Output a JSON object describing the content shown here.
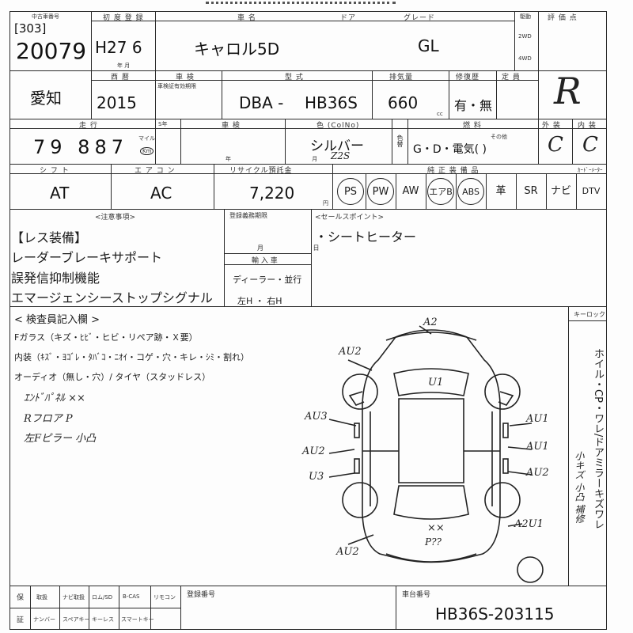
{
  "sheet": {
    "lot_header": "中古車番号",
    "lot_box": "[303]",
    "lot_number": "20079",
    "first_reg_header": "初 度 登 録",
    "first_reg_value": "H27 6",
    "first_reg_unit": "年 月",
    "model_name_header": "車 名",
    "door_header": "ドア",
    "grade_header": "グレード",
    "model_name": "キャロル5D",
    "grade": "GL",
    "drive_2wd": "2WD",
    "drive_4wd": "4WD",
    "drive_header": "駆動",
    "eval_header": "評 価 点",
    "eval_score": "R",
    "prefecture": "愛知",
    "year_header": "西 暦",
    "year_value": "2015",
    "inspection_header": "車 検",
    "inspection_sub": "車検証有効期限",
    "type_header": "型 式",
    "type_prefix": "DBA -",
    "type_value": "HB36S",
    "displacement_header": "排気量",
    "displacement": "660",
    "displacement_unit": "cc",
    "manual_header": "修復歴",
    "manual_value": "有・無",
    "fixed_header": "定 員",
    "mileage_header": "走 行",
    "mileage_value": "79 887",
    "mileage_unit": "マイル",
    "mileage_unit2": "Km",
    "s_header": "S年",
    "inspect2_header": "車 検",
    "inspect2_unit": "年 月",
    "color_header": "色 (ColNo)",
    "color_value": "シルバー",
    "color_code": "Z2S",
    "color_side": "色替",
    "fuel_header": "燃 料",
    "fuel_value": "G・D・電気(   )",
    "fuel_other": "その他",
    "exterior_header": "外 装",
    "interior_header": "内 装",
    "exterior_grade": "C",
    "interior_grade": "C",
    "shift_header": "シ フ ト",
    "shift_value": "AT",
    "ac_header": "エ ア コ ン",
    "ac_value": "AC",
    "recycle_header": "リサイクル預託金",
    "recycle_value": "7,220",
    "recycle_unit": "円",
    "equip_header": "純 正 装 備 品",
    "equip_extra": "ｶｰﾄﾞｰﾒｰﾀｰ",
    "equipment": [
      "PS",
      "PW",
      "AW",
      "エアB",
      "ABS",
      "革",
      "SR",
      "ナビ",
      "DTV"
    ],
    "equipment_circled": [
      true,
      true,
      false,
      true,
      true,
      false,
      false,
      false,
      false
    ],
    "notes_header": "<注意事項>",
    "notes": [
      "【レス装備】",
      "レーダーブレーキサポート",
      "誤発信抑制機能",
      "エマージェンシーストップシグナル"
    ],
    "reg_header": "登録義務期限",
    "reg_unit": "月 日",
    "import_header": "輸 入 車",
    "import_value": "ディーラー・並行",
    "steering_value": "左H ・ 右H",
    "sales_header": "<セールスポイント>",
    "sales_point": "・シートヒーター",
    "inspector_header": "< 検査員記入欄 >",
    "glass_line": "Fガラス（キズ・ﾋﾋﾞ・ヒビ・リペア跡・Ｘ要）",
    "interior_line": "内装（ｷｽﾞ・ﾖｺﾞﾚ・ﾀﾊﾞｺ・ﾆｵｲ・コゲ・穴・キレ・ｼﾐ・割れ）",
    "audio_line": "オーディオ（無し・穴）/ タイヤ（スタッドレス）",
    "handwritten_notes": [
      "ｴﾝﾄﾞﾊﾟﾈﾙ ××",
      "Rフロア P",
      "左Fピラー 小凸"
    ],
    "key_header": "キーロック",
    "vertical_note": "ホイル・CP・ワレ/ドアミラーキズワレ",
    "vertical_hand": "小キズ 小凸 補修",
    "damage_marks": {
      "front_top": "A2",
      "front_left": "AU2",
      "roof": "U1",
      "left_mid": "AU3",
      "left_door": "AU2",
      "left_rear": "U3",
      "right_front": "AU1",
      "right_mid": "AU1",
      "right_door": "AU2",
      "right_rear": "A2U1",
      "rear_left": "AU2",
      "rear_center": "××",
      "rear_p": "P??"
    },
    "footer_row1": [
      "取扱",
      "ナビ取扱",
      "ロム/SD",
      "B-CAS",
      "リモコン"
    ],
    "footer_row2": [
      "ナンバー",
      "スペアキー",
      "キーレス",
      "スマートキー"
    ],
    "footer_side_top": "保",
    "footer_side_bottom": "証",
    "footer_reg_header": "登録番号",
    "footer_chassis_header": "車台番号",
    "chassis_number": "HB36S-203115"
  }
}
